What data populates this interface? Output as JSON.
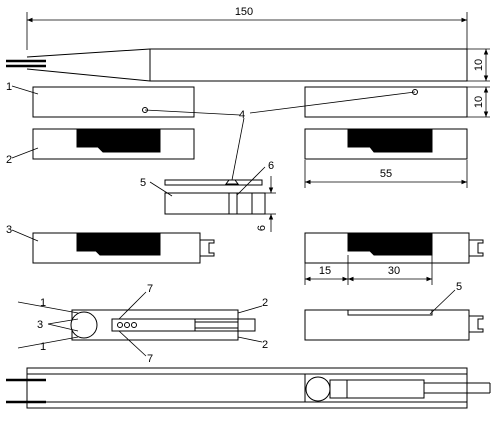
{
  "figure": {
    "dimensions": {
      "overall_length": "150",
      "height_top": "10",
      "height_second": "10",
      "length_right": "55",
      "thickness_small": "6",
      "seg_left": "15",
      "seg_right": "30"
    },
    "part_labels": {
      "p1_left": "1",
      "p2_left": "2",
      "p3_left": "3",
      "p4": "4",
      "p5_left": "5",
      "p6": "6",
      "p5_right": "5",
      "asm_1_top": "1",
      "asm_3": "3",
      "asm_1_bottom": "1",
      "asm_7_top": "7",
      "asm_7_bottom": "7",
      "asm_2_top": "2",
      "asm_2_bottom": "2"
    }
  }
}
